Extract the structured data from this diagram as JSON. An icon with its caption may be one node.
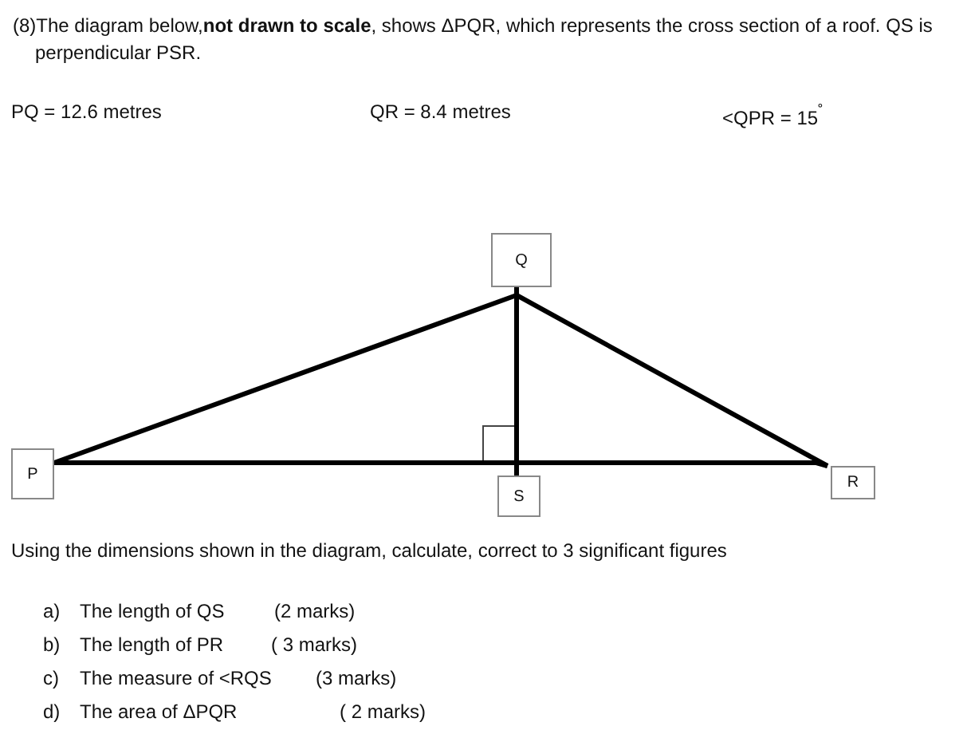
{
  "diagram": {
    "nodes": [
      {
        "text": [
          "P"
        ]
      },
      {
        "text": [
          "Q"
        ]
      },
      {
        "text": [
          "R"
        ]
      },
      {
        "text": [
          "S"
        ]
      }
    ],
    "edges": [
      {
        "from": 0,
        "to": 1,
        "arrow": "none"
      },
      {
        "from": 1,
        "to": 2,
        "arrow": "none"
      },
      {
        "from": 0,
        "to": 2,
        "arrow": "none"
      },
      {
        "from": 1,
        "to": 3,
        "arrow": "none"
      }
    ],
    "labels": [
      "(8)The diagram below,**not drawn to scale**, shows ΔPQR, which represents the cross section of a roof. QS is perpendicular PSR.",
      "PQ = 12.6 metres",
      "QR = 8.4 metres",
      "<QPR = 15$^{˚}$",
      "Using the dimensions shown in the diagram, calculate, correct to 3 significant figures",
      "a)",
      "The length of QS",
      "(2 marks)",
      "b)",
      "The length of PR",
      "( 3 marks)",
      "c)",
      "The measure of <RQS",
      "(3 marks)",
      "d)",
      "The area of ΔPQR",
      "( 2 marks)"
    ]
  }
}
